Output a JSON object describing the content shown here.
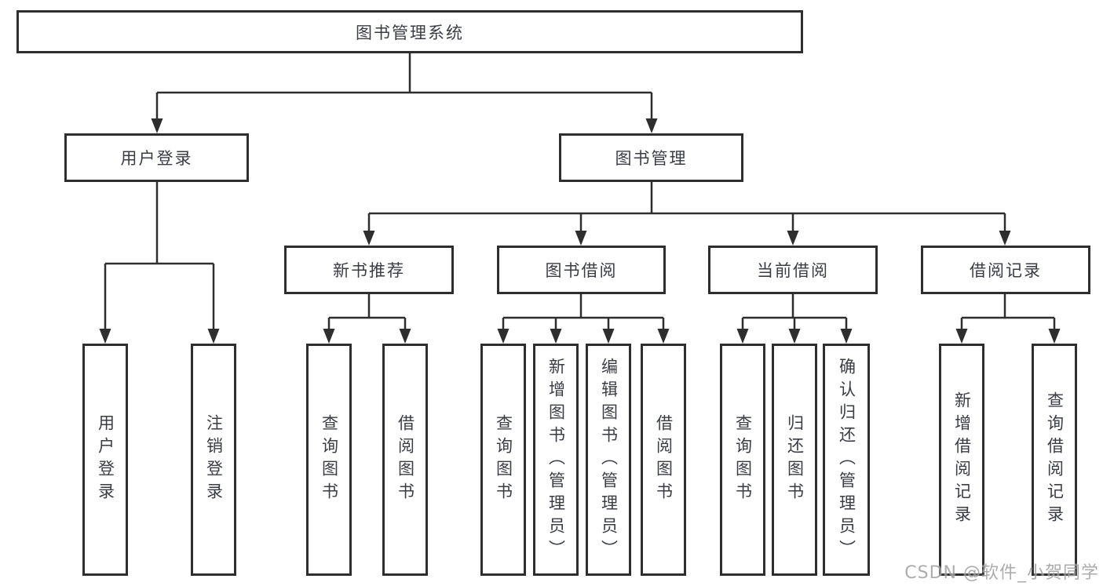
{
  "colors": {
    "line": "#2e2e2e",
    "box_border": "#2e2e2e",
    "box_background": "#ffffff",
    "text": "#3a3d44",
    "watermark": "#9e9e9e",
    "page_background": "#ffffff"
  },
  "watermark": {
    "text": "CSDN @软件_小贺同学"
  },
  "tree": {
    "label": "图书管理系统",
    "children": [
      {
        "label": "用户登录",
        "children": [
          {
            "label": "用户登录"
          },
          {
            "label": "注销登录"
          }
        ]
      },
      {
        "label": "图书管理",
        "children": [
          {
            "label": "新书推荐",
            "children": [
              {
                "label": "查询图书"
              },
              {
                "label": "借阅图书"
              }
            ]
          },
          {
            "label": "图书借阅",
            "children": [
              {
                "label": "查询图书"
              },
              {
                "label": "新增图书（管理员）"
              },
              {
                "label": "编辑图书（管理员）"
              },
              {
                "label": "借阅图书"
              }
            ]
          },
          {
            "label": "当前借阅",
            "children": [
              {
                "label": "查询图书"
              },
              {
                "label": "归还图书"
              },
              {
                "label": "确认归还（管理员）"
              }
            ]
          },
          {
            "label": "借阅记录",
            "children": [
              {
                "label": "新增借阅记录"
              },
              {
                "label": "查询借阅记录"
              }
            ]
          }
        ]
      }
    ]
  }
}
